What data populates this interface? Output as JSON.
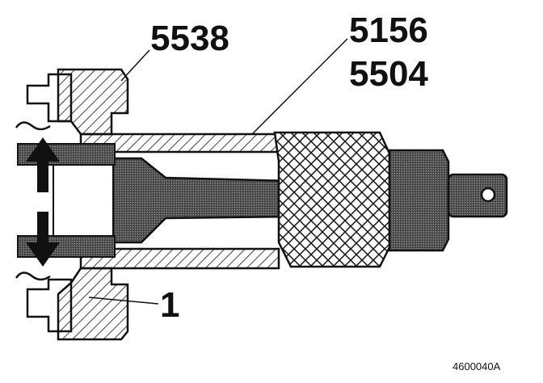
{
  "labels": {
    "tool_a": "5538",
    "tool_b": "5156",
    "tool_c": "5504",
    "item_1": "1",
    "figure_ref": "4600040A"
  },
  "colors": {
    "ink": "#111111",
    "paper": "#ffffff",
    "grey": "#b8b8b8"
  },
  "icons": [
    "arrow-up-icon",
    "arrow-down-icon"
  ]
}
